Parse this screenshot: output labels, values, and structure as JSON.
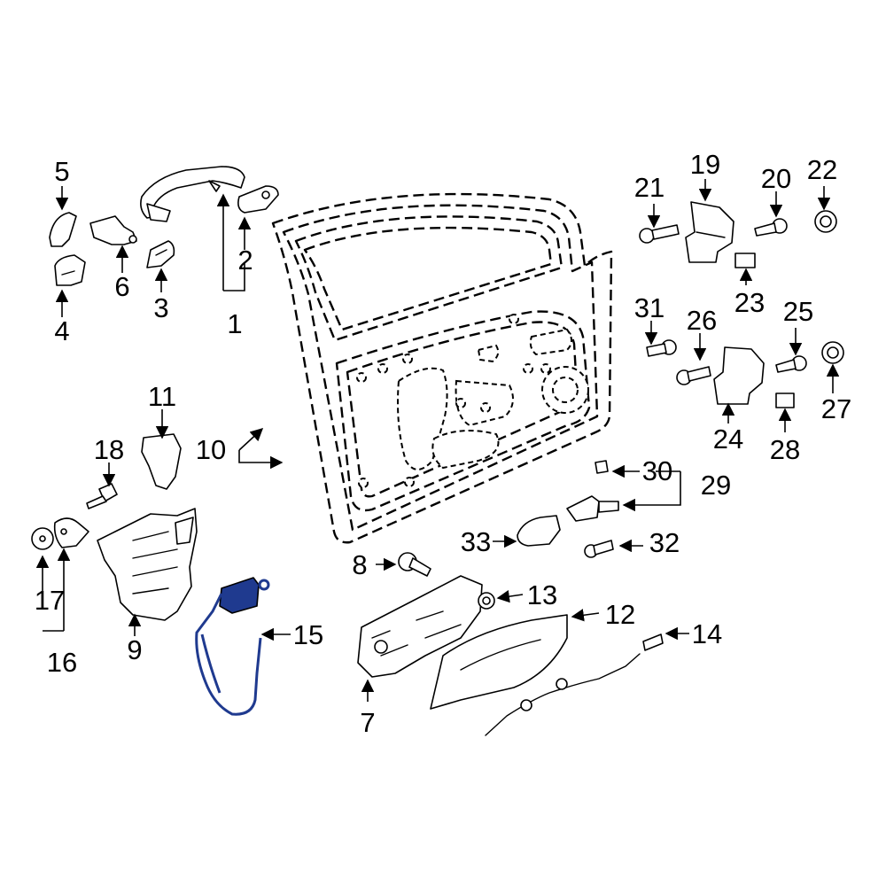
{
  "diagram": {
    "highlight_color": "#1f3a8f",
    "highlighted_part": "15",
    "callouts": [
      {
        "id": "c1",
        "text": "1"
      },
      {
        "id": "c2",
        "text": "2"
      },
      {
        "id": "c3",
        "text": "3"
      },
      {
        "id": "c4",
        "text": "4"
      },
      {
        "id": "c5",
        "text": "5"
      },
      {
        "id": "c6",
        "text": "6"
      },
      {
        "id": "c7",
        "text": "7"
      },
      {
        "id": "c8",
        "text": "8"
      },
      {
        "id": "c9",
        "text": "9"
      },
      {
        "id": "c10",
        "text": "10"
      },
      {
        "id": "c11",
        "text": "11"
      },
      {
        "id": "c12",
        "text": "12"
      },
      {
        "id": "c13",
        "text": "13"
      },
      {
        "id": "c14",
        "text": "14"
      },
      {
        "id": "c15",
        "text": "15"
      },
      {
        "id": "c16",
        "text": "16"
      },
      {
        "id": "c17",
        "text": "17"
      },
      {
        "id": "c18",
        "text": "18"
      },
      {
        "id": "c19",
        "text": "19"
      },
      {
        "id": "c20",
        "text": "20"
      },
      {
        "id": "c21",
        "text": "21"
      },
      {
        "id": "c22",
        "text": "22"
      },
      {
        "id": "c23",
        "text": "23"
      },
      {
        "id": "c24",
        "text": "24"
      },
      {
        "id": "c25",
        "text": "25"
      },
      {
        "id": "c26",
        "text": "26"
      },
      {
        "id": "c27",
        "text": "27"
      },
      {
        "id": "c28",
        "text": "28"
      },
      {
        "id": "c29",
        "text": "29"
      },
      {
        "id": "c30",
        "text": "30"
      },
      {
        "id": "c31",
        "text": "31"
      },
      {
        "id": "c32",
        "text": "32"
      },
      {
        "id": "c33",
        "text": "33"
      }
    ]
  }
}
